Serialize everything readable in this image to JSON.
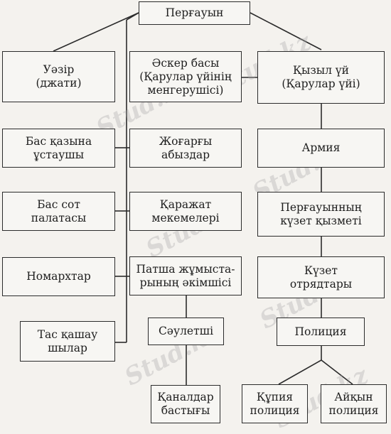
{
  "watermark": "Stud.kz",
  "colors": {
    "line": "#2b2b2b",
    "box_border": "#2b2b2b",
    "background": "#f4f2ee"
  },
  "nodes": {
    "pharaoh": "Перғауын",
    "vizier": "Уәзір\n(джати)",
    "army_chief": "Әскер басы\n(Қарулар үйінің\nменгерушісі)",
    "red_house": "Қызыл үй\n(Қарулар үйі)",
    "treasurer": "Бас қазына\nұстаушы",
    "high_priests": "Жоғарғы\nабыздар",
    "army": "Армия",
    "chief_court": "Бас сот\nпалатасы",
    "finance_institutions": "Қаражат\nмекемелері",
    "pharaoh_guard": "Перғауынның\nкүзет қызметі",
    "nomarchs": "Номархтар",
    "royal_works_admin": "Патша жұмыста-\nрының әкімшісі",
    "guard_units": "Күзет\nотрядтары",
    "stone_masons": "Тас қашау\nшылар",
    "architect": "Сәулетші",
    "police": "Полиция",
    "canal_chiefs": "Қаналдар\nбастығы",
    "secret_police": "Құпия\nполиция",
    "public_police": "Айқын\nполиция"
  }
}
